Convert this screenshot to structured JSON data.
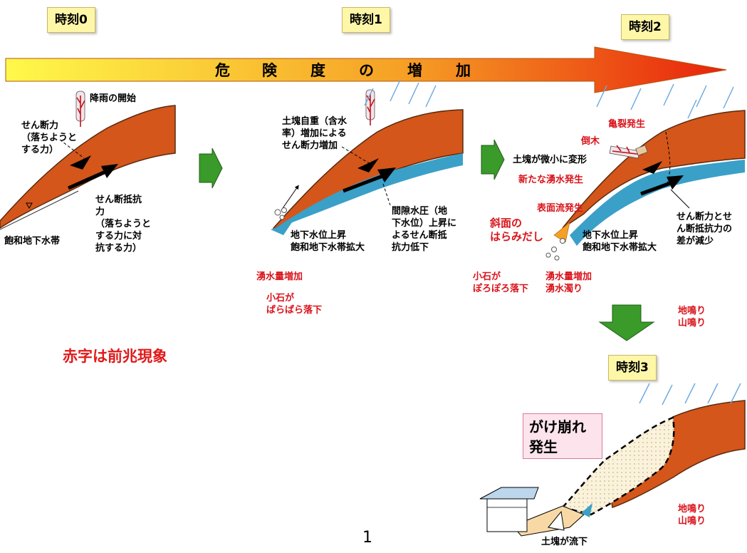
{
  "stages": [
    "時刻0",
    "時刻1",
    "時刻2",
    "時刻3"
  ],
  "ribbon_chars": [
    "危",
    "険",
    "度",
    "の",
    "増",
    "加"
  ],
  "stage0": {
    "rain_start": "降雨の開始",
    "shear_force": [
      "せん断力",
      "（落ちようと",
      "する力）"
    ],
    "shear_resistance": [
      "せん断抵抗",
      "力",
      "（落ちようと",
      "する力に対",
      "抗する力）"
    ],
    "saturated_zone": "飽和地下水帯"
  },
  "stage1": {
    "weight_increase": [
      "土塊自重（含水",
      "率）増加による",
      "せん断力増加"
    ],
    "pore_pressure": [
      "間隙水圧（地",
      "下水位）上昇に",
      "よるせん断抵",
      "抗力低下"
    ],
    "groundwater_rise": [
      "地下水位上昇",
      "飽和地下水帯拡大"
    ],
    "spring_increase": "湧水量増加",
    "pebbles": [
      "小石が",
      "ぱらぱら落下"
    ]
  },
  "stage2": {
    "crack": "亀裂発生",
    "fallen_tree": "倒木",
    "deform": "土塊が微小に変形",
    "new_spring": "新たな湧水発生",
    "surface_flow": "表面流発生",
    "bulge": [
      "斜面の",
      "はらみだし"
    ],
    "groundwater_rise": [
      "地下水位上昇",
      "飽和地下水帯拡大"
    ],
    "diff_decrease": [
      "せん断力とせ",
      "ん断抵抗力の",
      "差が減少"
    ],
    "pebbles": [
      "小石が",
      "ぽろぽろ落下"
    ],
    "spring": [
      "湧水量増加",
      "湧水濁り"
    ],
    "rumble": [
      "地鳴り",
      "山鳴り"
    ]
  },
  "stage3": {
    "collapse": [
      "がけ崩れ",
      "発生"
    ],
    "rumble": [
      "地鳴り",
      "山鳴り"
    ],
    "debris_flow": "土塊が流下"
  },
  "legend_note": "赤字は前兆現象",
  "page_number": "1",
  "colors": {
    "soil": "#d4561a",
    "water": "#3aa0c8",
    "precursor_red": "#d9141b",
    "step_arrow": "#3a9a2a",
    "stage_label_bg": "#fff7a8"
  }
}
